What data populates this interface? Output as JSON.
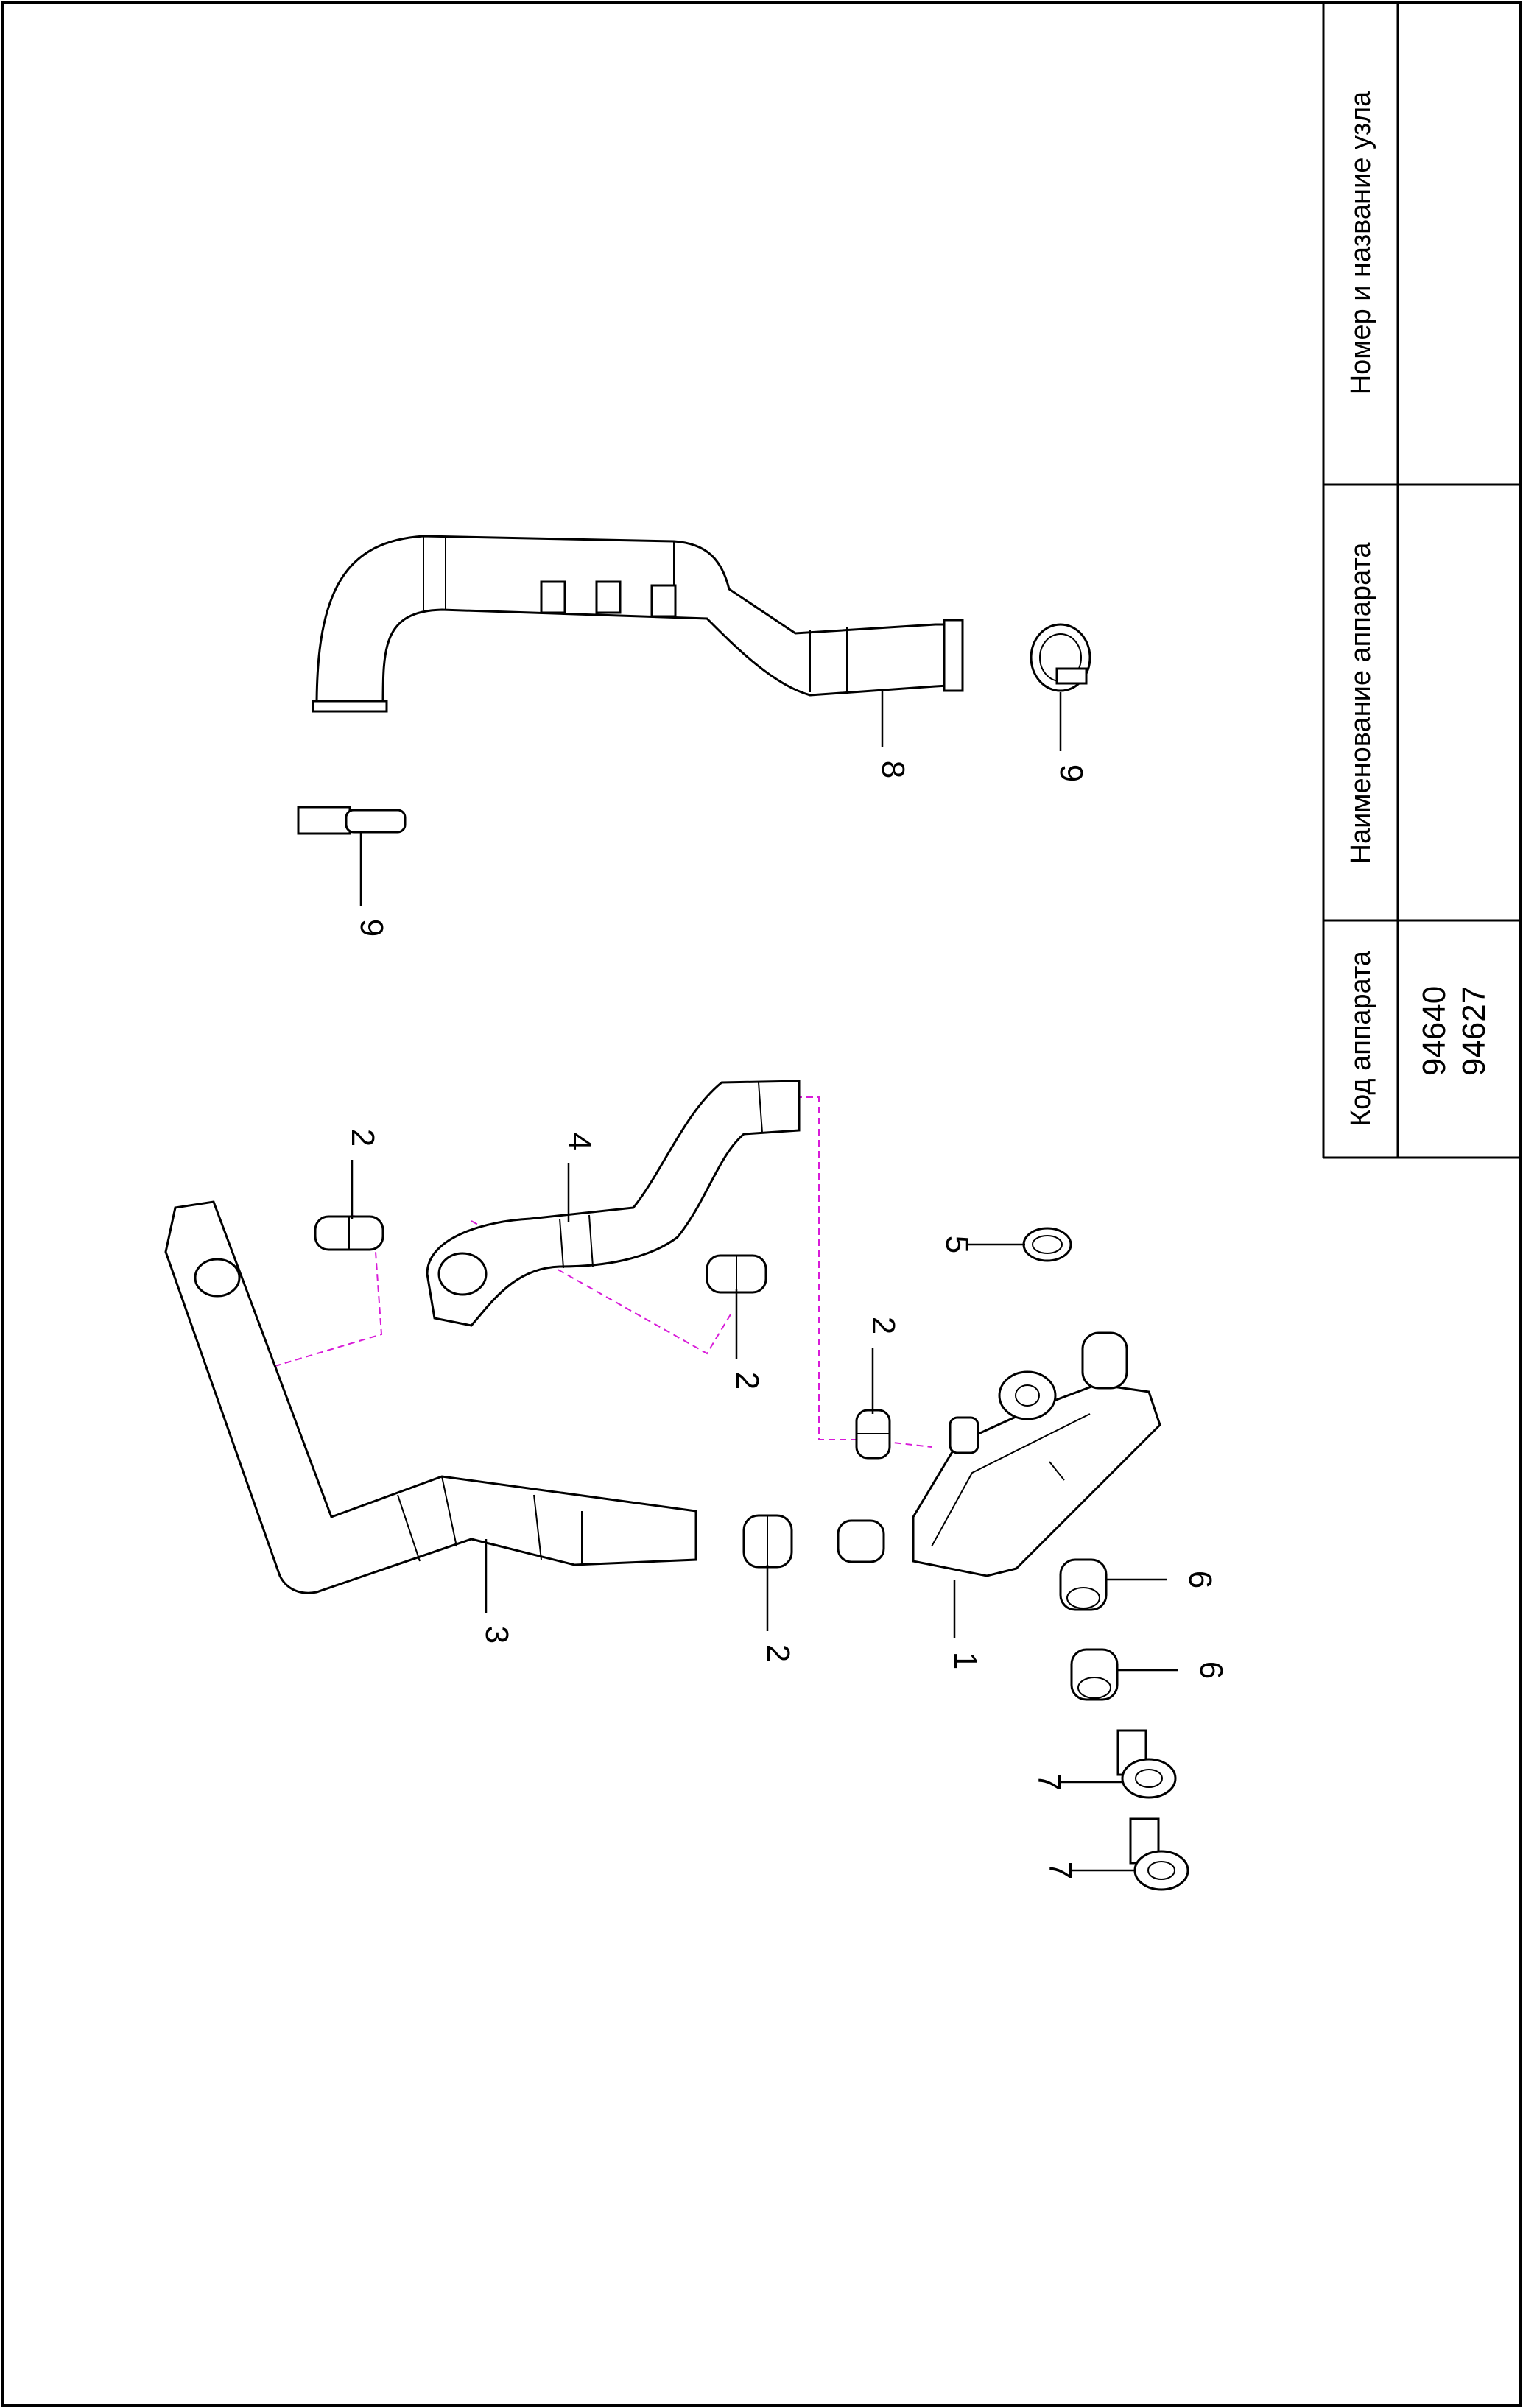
{
  "title_block": {
    "col1_header": "Номер и название узла",
    "col2_header": "Наименование аппарата",
    "col3_header": "Код аппарата",
    "codes": [
      "94640",
      "94627"
    ]
  },
  "callouts": [
    {
      "id": "1",
      "label": "1"
    },
    {
      "id": "2a",
      "label": "2"
    },
    {
      "id": "2b",
      "label": "2"
    },
    {
      "id": "2c",
      "label": "2"
    },
    {
      "id": "2d",
      "label": "2"
    },
    {
      "id": "3",
      "label": "3"
    },
    {
      "id": "4",
      "label": "4"
    },
    {
      "id": "5",
      "label": "5"
    },
    {
      "id": "6a",
      "label": "6"
    },
    {
      "id": "6b",
      "label": "6"
    },
    {
      "id": "7a",
      "label": "7"
    },
    {
      "id": "7b",
      "label": "7"
    },
    {
      "id": "8",
      "label": "8"
    },
    {
      "id": "9a",
      "label": "9"
    },
    {
      "id": "9b",
      "label": "9"
    }
  ],
  "colors": {
    "line": "#000000",
    "connector": "#d81bd8",
    "paper": "#ffffff"
  }
}
